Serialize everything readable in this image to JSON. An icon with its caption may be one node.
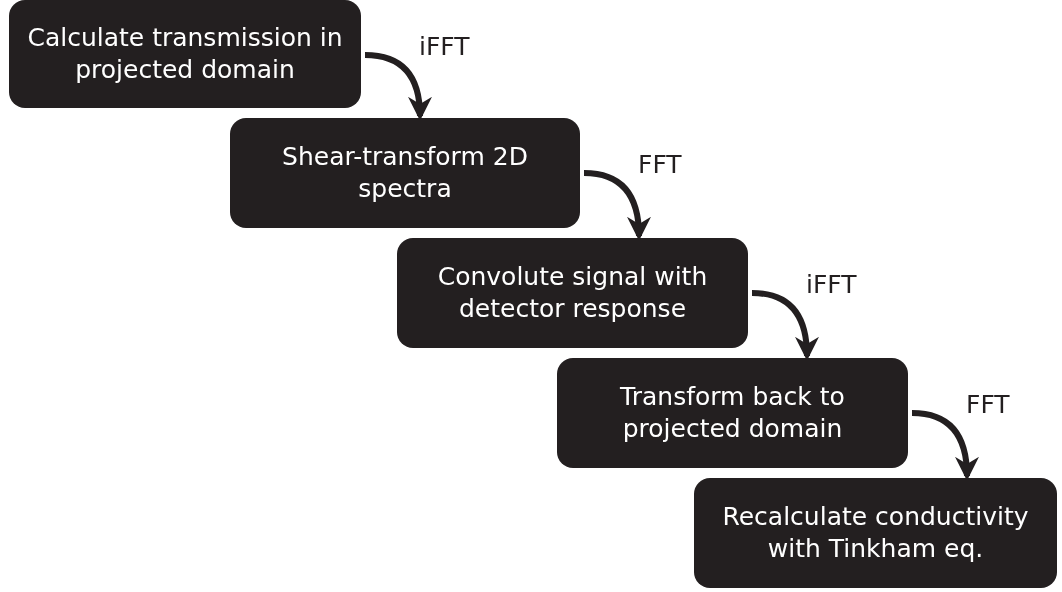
{
  "diagram": {
    "nodes": [
      {
        "text": [
          "Calculate transmission in projected domain"
        ]
      },
      {
        "text": [
          "Shear-transform 2D spectra"
        ]
      },
      {
        "text": [
          "Convolute signal with detector response"
        ]
      },
      {
        "text": [
          "Transform back to projected domain"
        ]
      },
      {
        "text": [
          "Recalculate conductivity with Tinkham eq."
        ]
      }
    ],
    "edges": [
      {
        "from": 0,
        "to": 1,
        "arrow": "to",
        "label": "iFFT"
      },
      {
        "from": 1,
        "to": 2,
        "arrow": "to",
        "label": "FFT"
      },
      {
        "from": 2,
        "to": 3,
        "arrow": "to",
        "label": "iFFT"
      },
      {
        "from": 3,
        "to": 4,
        "arrow": "to",
        "label": "FFT"
      }
    ]
  }
}
